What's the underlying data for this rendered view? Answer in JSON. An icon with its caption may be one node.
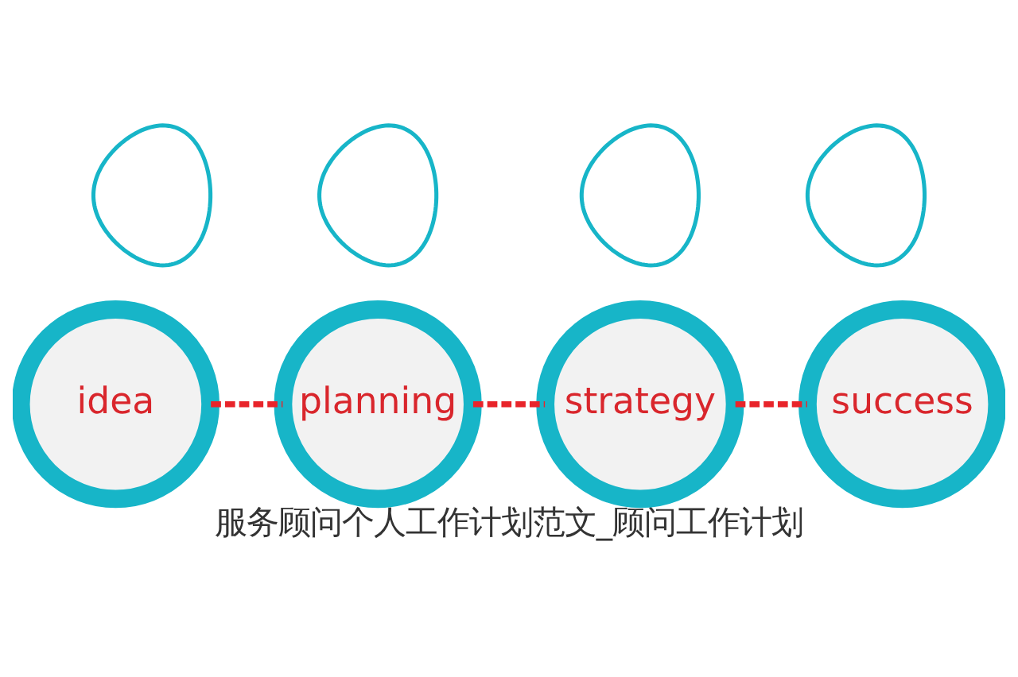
{
  "diagram": {
    "caption": "服务顾问个人工作计划范文_顾问工作计划",
    "nodes": [
      {
        "text": [],
        "shape": "person"
      },
      {
        "text": [],
        "shape": "person"
      },
      {
        "text": [],
        "shape": "person"
      },
      {
        "text": [],
        "shape": "person"
      },
      {
        "text": [
          "idea"
        ]
      },
      {
        "text": [
          "planning"
        ]
      },
      {
        "text": [
          "strategy"
        ]
      },
      {
        "text": [
          "success"
        ]
      }
    ],
    "edges": [
      {
        "from": 4,
        "to": 5,
        "arrow": "none",
        "style": "dashed"
      },
      {
        "from": 5,
        "to": 6,
        "arrow": "none",
        "style": "dashed"
      },
      {
        "from": 6,
        "to": 7,
        "arrow": "none",
        "style": "dashed"
      }
    ]
  }
}
